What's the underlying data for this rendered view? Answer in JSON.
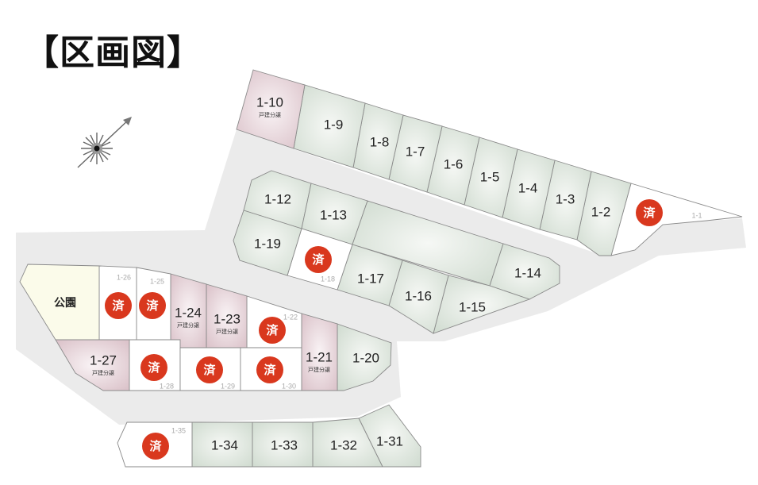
{
  "title": "【区画図】",
  "legend_text": {
    "sold": "済",
    "pink_sub": "戸建分譲",
    "park": "公園"
  },
  "colors": {
    "road": "#ebebeb",
    "green_lot": "#d6e1d6",
    "pink_lot": "#e2cdd3",
    "sold_lot": "#ffffff",
    "park": "#fbfbea",
    "sold_badge": "#d9381e"
  },
  "compass": {
    "icon": "north-arrow-compass-icon"
  },
  "lots": [
    {
      "id": "1-1",
      "label": "1-1",
      "type": "sold",
      "sold": true
    },
    {
      "id": "1-2",
      "label": "1-2",
      "type": "green",
      "sold": false
    },
    {
      "id": "1-3",
      "label": "1-3",
      "type": "green",
      "sold": false
    },
    {
      "id": "1-4",
      "label": "1-4",
      "type": "green",
      "sold": false
    },
    {
      "id": "1-5",
      "label": "1-5",
      "type": "green",
      "sold": false
    },
    {
      "id": "1-6",
      "label": "1-6",
      "type": "green",
      "sold": false
    },
    {
      "id": "1-7",
      "label": "1-7",
      "type": "green",
      "sold": false
    },
    {
      "id": "1-8",
      "label": "1-8",
      "type": "green",
      "sold": false
    },
    {
      "id": "1-9",
      "label": "1-9",
      "type": "green",
      "sold": false
    },
    {
      "id": "1-10",
      "label": "1-10",
      "type": "pink",
      "sold": false,
      "sub": "戸建分譲"
    },
    {
      "id": "1-12",
      "label": "1-12",
      "type": "green",
      "sold": false
    },
    {
      "id": "1-13",
      "label": "1-13",
      "type": "green",
      "sold": false
    },
    {
      "id": "blank",
      "label": "",
      "type": "green",
      "sold": false
    },
    {
      "id": "1-14",
      "label": "1-14",
      "type": "green",
      "sold": false
    },
    {
      "id": "1-15",
      "label": "1-15",
      "type": "green",
      "sold": false
    },
    {
      "id": "1-16",
      "label": "1-16",
      "type": "green",
      "sold": false
    },
    {
      "id": "1-17",
      "label": "1-17",
      "type": "green",
      "sold": false
    },
    {
      "id": "1-18",
      "label": "1-18",
      "type": "sold",
      "sold": true
    },
    {
      "id": "1-19",
      "label": "1-19",
      "type": "green",
      "sold": false
    },
    {
      "id": "1-20",
      "label": "1-20",
      "type": "green",
      "sold": false
    },
    {
      "id": "1-21",
      "label": "1-21",
      "type": "pink",
      "sold": false,
      "sub": "戸建分譲"
    },
    {
      "id": "1-22",
      "label": "1-22",
      "type": "sold",
      "sold": true
    },
    {
      "id": "1-23",
      "label": "1-23",
      "type": "pink",
      "sold": false,
      "sub": "戸建分譲"
    },
    {
      "id": "1-24",
      "label": "1-24",
      "type": "pink",
      "sold": false,
      "sub": "戸建分譲"
    },
    {
      "id": "1-25",
      "label": "1-25",
      "type": "sold",
      "sold": true
    },
    {
      "id": "1-26",
      "label": "1-26",
      "type": "sold",
      "sold": true
    },
    {
      "id": "park",
      "label": "公園",
      "type": "park",
      "sold": false
    },
    {
      "id": "1-27",
      "label": "1-27",
      "type": "pink",
      "sold": false,
      "sub": "戸建分譲"
    },
    {
      "id": "1-28",
      "label": "1-28",
      "type": "sold",
      "sold": true
    },
    {
      "id": "1-29",
      "label": "1-29",
      "type": "sold",
      "sold": true
    },
    {
      "id": "1-30",
      "label": "1-30",
      "type": "sold",
      "sold": true
    },
    {
      "id": "1-31",
      "label": "1-31",
      "type": "green",
      "sold": false
    },
    {
      "id": "1-32",
      "label": "1-32",
      "type": "green",
      "sold": false
    },
    {
      "id": "1-33",
      "label": "1-33",
      "type": "green",
      "sold": false
    },
    {
      "id": "1-34",
      "label": "1-34",
      "type": "green",
      "sold": false
    },
    {
      "id": "1-35",
      "label": "1-35",
      "type": "sold",
      "sold": true
    }
  ]
}
